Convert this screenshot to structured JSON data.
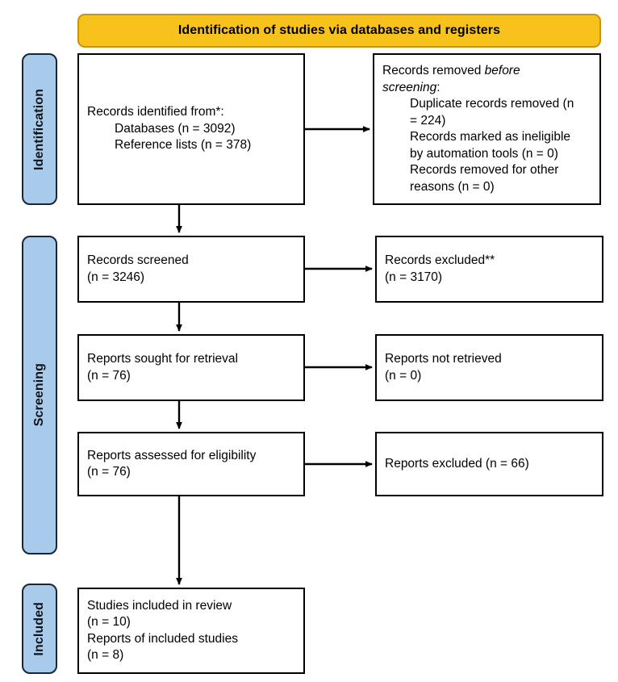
{
  "diagram": {
    "title": "Identification of studies via databases and registers",
    "type": "prisma-flow-diagram",
    "colors": {
      "banner_fill": "#F7C21B",
      "banner_border": "#C8940C",
      "stage_fill": "#A8CBEC",
      "stage_border": "#1B2533",
      "box_border": "#000000",
      "page_background": "#FFFFFF",
      "text": "#000000"
    }
  },
  "stages": [
    {
      "id": "identification",
      "label": "Identification"
    },
    {
      "id": "screening",
      "label": "Screening"
    },
    {
      "id": "included",
      "label": "Included"
    }
  ],
  "boxes": {
    "identified": {
      "name": "records-identified",
      "lines": [
        {
          "text": "Records identified from*:",
          "indent": false
        },
        {
          "text": "Databases (n = 3092)",
          "indent": true
        },
        {
          "text": "Reference lists (n = 378)",
          "indent": true
        }
      ]
    },
    "removed": {
      "name": "records-removed-before-screening",
      "lines": [
        {
          "text": "Records removed before",
          "indent": false,
          "italic_from": 17
        },
        {
          "text": "screening:",
          "indent": false,
          "italic": true
        },
        {
          "text": "Duplicate records removed (n",
          "indent": true
        },
        {
          "text": "= 224)",
          "indent": true
        },
        {
          "text": "Records marked as ineligible",
          "indent": true
        },
        {
          "text": "by automation tools (n = 0)",
          "indent": true
        },
        {
          "text": "Records removed for other",
          "indent": true
        },
        {
          "text": "reasons (n = 0)",
          "indent": true
        }
      ]
    },
    "screened": {
      "name": "records-screened",
      "lines": [
        {
          "text": "Records screened",
          "indent": false
        },
        {
          "text": "(n = 3246)",
          "indent": false
        }
      ]
    },
    "excluded": {
      "name": "records-excluded",
      "lines": [
        {
          "text": "Records excluded**",
          "indent": false
        },
        {
          "text": "(n = 3170)",
          "indent": false
        }
      ]
    },
    "sought": {
      "name": "reports-sought-for-retrieval",
      "lines": [
        {
          "text": "Reports sought for retrieval",
          "indent": false
        },
        {
          "text": "(n = 76)",
          "indent": false
        }
      ]
    },
    "not_retrieved": {
      "name": "reports-not-retrieved",
      "lines": [
        {
          "text": "Reports not retrieved",
          "indent": false
        },
        {
          "text": "(n = 0)",
          "indent": false
        }
      ]
    },
    "assessed": {
      "name": "reports-assessed-for-eligibility",
      "lines": [
        {
          "text": "Reports assessed for eligibility",
          "indent": false
        },
        {
          "text": "(n = 76)",
          "indent": false
        }
      ]
    },
    "reports_excluded": {
      "name": "reports-excluded",
      "lines": [
        {
          "text": "Reports excluded (n = 66)",
          "indent": false
        }
      ]
    },
    "included": {
      "name": "studies-included",
      "lines": [
        {
          "text": "Studies included in review",
          "indent": false
        },
        {
          "text": "(n = 10)",
          "indent": false
        },
        {
          "text": "Reports of included studies",
          "indent": false
        },
        {
          "text": "(n = 8)",
          "indent": false
        }
      ]
    }
  },
  "numbers": {
    "databases": 3092,
    "reference_lists": 378,
    "duplicates_removed": 224,
    "marked_ineligible_automation": 0,
    "removed_other_reasons": 0,
    "records_screened": 3246,
    "records_excluded": 3170,
    "reports_sought": 76,
    "reports_not_retrieved": 0,
    "reports_assessed": 76,
    "reports_excluded": 66,
    "studies_included": 10,
    "reports_of_included_studies": 8
  },
  "connectors": [
    {
      "name": "arrow-identified-to-removed",
      "direction": "right"
    },
    {
      "name": "arrow-identified-to-screened",
      "direction": "down"
    },
    {
      "name": "arrow-screened-to-excluded",
      "direction": "right"
    },
    {
      "name": "arrow-screened-to-sought",
      "direction": "down"
    },
    {
      "name": "arrow-sought-to-not-retrieved",
      "direction": "right"
    },
    {
      "name": "arrow-sought-to-assessed",
      "direction": "down"
    },
    {
      "name": "arrow-assessed-to-reports-excluded",
      "direction": "right"
    },
    {
      "name": "arrow-assessed-to-included",
      "direction": "down"
    }
  ]
}
